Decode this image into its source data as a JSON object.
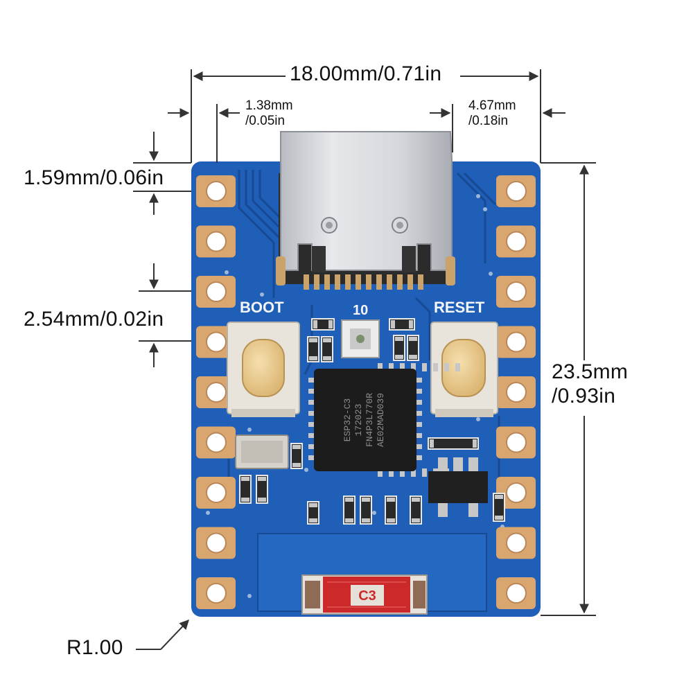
{
  "board": {
    "label_boot": "BOOT",
    "label_reset": "RESET",
    "label_gpio": "10",
    "chip_lines": [
      "ESP32-C3",
      "172023",
      "FN4P3L770R",
      "AE02MAD039"
    ],
    "antenna_label": "C3",
    "colors": {
      "pcb": "#1f5fb8",
      "pcb_dark": "#174a93",
      "pad_gold": "#d9a66f",
      "usb_metal": "#cfd3d8",
      "antenna_red": "#cc2a2a",
      "button_cap": "#ecc989"
    }
  },
  "dimensions": {
    "width_total": "18.00mm/0.71in",
    "left_offset_1": "1.38mm",
    "left_offset_2": "/0.05in",
    "right_offset_1": "4.67mm",
    "right_offset_2": "/0.18in",
    "top_edge": "1.59mm/0.06in",
    "pin_pitch": "2.54mm/0.02in",
    "height_1": "23.5mm",
    "height_2": "/0.93in",
    "corner_radius": "R1.00"
  }
}
